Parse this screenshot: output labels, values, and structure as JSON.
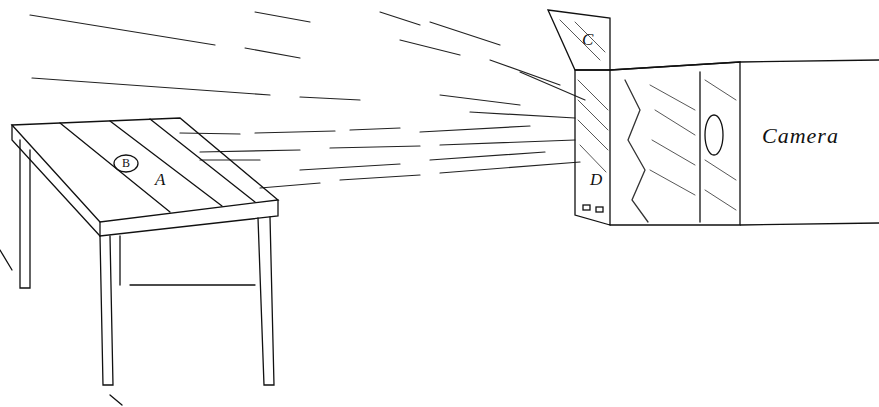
{
  "diagram": {
    "nodes": [
      {
        "text": [
          "B"
        ]
      },
      {
        "text": [
          "Camera"
        ]
      }
    ],
    "labels": [
      "A",
      "C",
      "D"
    ]
  }
}
